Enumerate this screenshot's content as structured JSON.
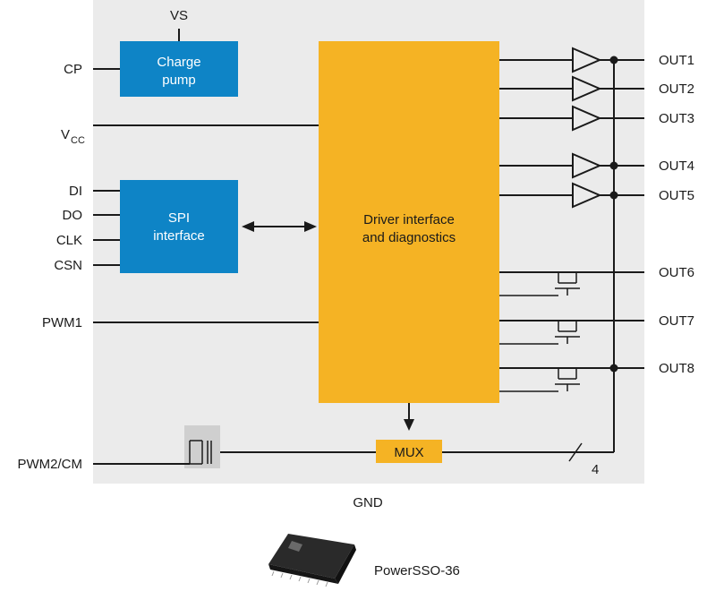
{
  "pins": {
    "vs": "VS",
    "gnd": "GND",
    "cp": "CP",
    "vcc_main": "V",
    "vcc_sub": "CC",
    "di": "DI",
    "do": "DO",
    "clk": "CLK",
    "csn": "CSN",
    "pwm1": "PWM1",
    "pwm2": "PWM2/CM"
  },
  "blocks": {
    "charge_pump": [
      "Charge",
      "pump"
    ],
    "spi": [
      "SPI",
      "interface"
    ],
    "driver": [
      "Driver interface",
      "and diagnostics"
    ],
    "mux": "MUX"
  },
  "outputs": [
    "OUT1",
    "OUT2",
    "OUT3",
    "OUT4",
    "OUT5",
    "OUT6",
    "OUT7",
    "OUT8"
  ],
  "bus_width": "4",
  "package": "PowerSSO-36",
  "colors": {
    "background_panel": "#ebebeb",
    "block_blue": "#0e84c6",
    "block_orange": "#f5b324",
    "text": "#1a1a1a"
  }
}
